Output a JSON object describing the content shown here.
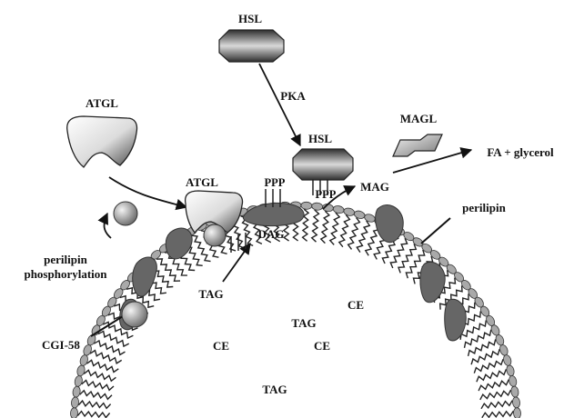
{
  "labels": {
    "hsl_top": "HSL",
    "pka": "PKA",
    "hsl_active": "HSL",
    "magl": "MAGL",
    "atgl_free": "ATGL",
    "atgl_bound": "ATGL",
    "ppp_left": "PPP",
    "ppp_right": "PPP",
    "mag": "MAG",
    "fa_glycerol": "FA + glycerol",
    "perilipin": "perilipin",
    "dag": "DAG",
    "tag_upper": "TAG",
    "perilipin_phos_line1": "perilipin",
    "perilipin_phos_line2": "phosphorylation",
    "cgi58": "CGI-58",
    "tag_center": "TAG",
    "ce_right": "CE",
    "ce_left": "CE",
    "ce_mid": "CE",
    "tag_bottom": "TAG"
  },
  "colors": {
    "membrane_bead": "#a9a9a9",
    "perilipin": "#666666",
    "enzyme_dark": "#555555",
    "enzyme_light": "#f2f2f2",
    "text": "#111111"
  },
  "icons": [
    "hsl-octagon-icon",
    "atgl-shape-icon",
    "magl-shape-icon",
    "cgi58-sphere-icon",
    "perilipin-blob-icon"
  ]
}
